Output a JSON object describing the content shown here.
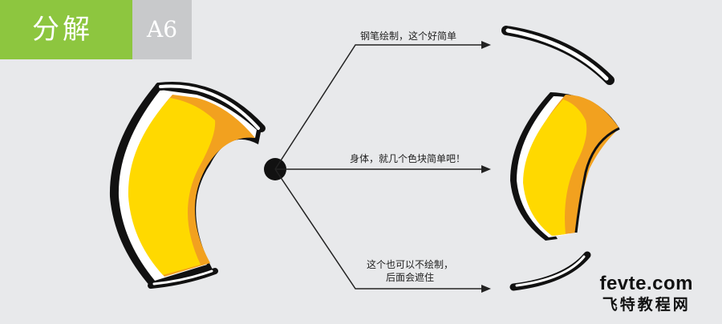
{
  "header": {
    "title": "分解",
    "tag": "A6"
  },
  "annotations": [
    {
      "line1": "钢笔绘制，这个好简单",
      "line2": ""
    },
    {
      "line1": "身体，就几个色块简单吧！",
      "line2": ""
    },
    {
      "line1": "这个也可以不绘制，",
      "line2": "后面会遮住"
    }
  ],
  "watermark": {
    "domain": "fevte.com",
    "name": "飞特教程网"
  },
  "colors": {
    "yellow": "#ffd900",
    "orange": "#f2a11f",
    "outline": "#111111",
    "highlight": "#ffffff",
    "header_green": "#8dc63f",
    "header_gray": "#c8c9cb",
    "background": "#e8e9eb"
  }
}
